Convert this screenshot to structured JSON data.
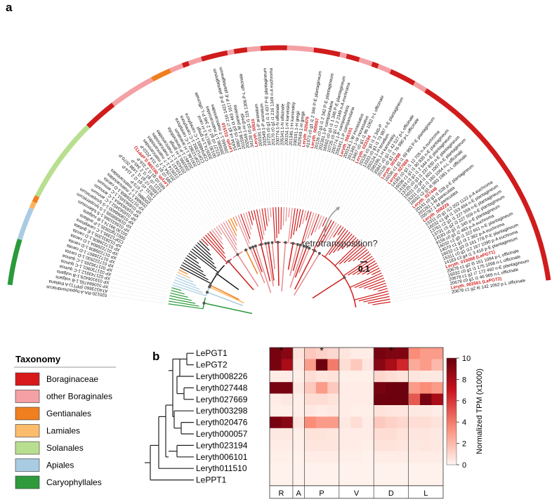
{
  "panel_a": {
    "letter": "a",
    "annotation": "retrotransposition?",
    "scale_bar": "0.1",
    "tips": [
      {
        "t": "020120-RA-A hypochondriacus",
        "c": "#2a9a3a"
      },
      {
        "t": "AT4G23660 (PPT1)-A thaliana",
        "c": "#2a9a3a"
      },
      {
        "t": "XP 010684755.1-B vulgaris",
        "c": "#2a9a3a"
      },
      {
        "t": "XP 019106429.1-B vulgaris",
        "c": "#2a9a3a"
      },
      {
        "t": "XP 021743912.1-C quinoa",
        "c": "#2a9a3a"
      },
      {
        "t": "XP 021730901.1-C quinoa",
        "c": "#2a9a3a"
      },
      {
        "t": "XP 021736265.1-C quinoa",
        "c": "#2a9a3a"
      },
      {
        "t": "XP 017222930.1-D carota",
        "c": "#a9cce3"
      },
      {
        "t": "XP 017226807.1-D carota",
        "c": "#a9cce3"
      },
      {
        "t": "XP 017226808.1-D carota",
        "c": "#a9cce3"
      },
      {
        "t": "XP 017226804.1-D carota",
        "c": "#a9cce3"
      },
      {
        "t": "XP 017226806.1-D carota",
        "c": "#a9cce3"
      },
      {
        "t": "XP 012831205.1-E guttata",
        "c": "#fbb45c"
      },
      {
        "t": "CDP12395.1-C canephora",
        "c": "#f07f1f"
      },
      {
        "t": "00017g02835.1-P axillaris",
        "c": "#b8df8f"
      },
      {
        "t": "00130 99174.1-B vulgaris",
        "c": "#b8df8f"
      },
      {
        "t": "XP 015631066.1-S tuberosum",
        "c": "#b8df8f"
      },
      {
        "t": "XP 019068599.1-S lycopersicum",
        "c": "#b8df8f"
      },
      {
        "t": "XP 019068600.1-S lycopersicum",
        "c": "#b8df8f"
      },
      {
        "t": "XP 016563452.1-C annuum",
        "c": "#b8df8f"
      },
      {
        "t": "XP 016563454.1-C annuum",
        "c": "#b8df8f"
      },
      {
        "t": "XP 016563451.1-C annuum",
        "c": "#b8df8f"
      },
      {
        "t": "XP 017226808.1-D carota",
        "c": "#b8df8f"
      },
      {
        "t": "200688.1-T matricarioides",
        "c": "#b8df8f"
      },
      {
        "t": "200886.1-T matricarioides",
        "c": "#b8df8f"
      },
      {
        "t": "201 ... 2 673-P",
        "c": "#b8df8f"
      },
      {
        "t": "13631 c0 g1 i2 2 114-P",
        "c": "#b8df8f"
      },
      {
        "t": "16503 c2 g1 i1 1498 2070-P",
        "c": "#d01c1c"
      },
      {
        "t": "5121 c0 g1 i1 2 345-P",
        "c": "#d01c1c"
      },
      {
        "t": "660 c0 g1 i1 2 316-P",
        "c": "#d01c1c"
      },
      {
        "t": "Leryth_001596 (LePPT1)",
        "c": "#d01c1c",
        "red": true
      },
      {
        "t": "385 c0 g1 i1 314 2010-P",
        "c": "#d01c1c"
      },
      {
        "t": "201254.1-T matricarioides",
        "c": "#f4a5a5"
      },
      {
        "t": "210574.1-T matricarioides",
        "c": "#f4a5a5"
      },
      {
        "t": "210437.1-T matricarioides",
        "c": "#f4a5a5"
      },
      {
        "t": "203429.1-T matricarioides",
        "c": "#f4a5a5"
      },
      {
        "t": "200396.1-H gregii",
        "c": "#f4a5a5"
      },
      {
        "t": "202467.1-P tanacetifolia",
        "c": "#f4a5a5"
      },
      {
        "t": "200146.1-H aranatum",
        "c": "#f4a5a5"
      },
      {
        "t": "CDP12382.1-C canephora",
        "c": "#f07f1f"
      },
      {
        "t": "CDP12392.1-C canephora",
        "c": "#f07f1f"
      },
      {
        "t": "CDP04883.1-C canephora",
        "c": "#f07f1f"
      },
      {
        "t": "200574.1-H gregii",
        "c": "#f4a5a5"
      },
      {
        "t": "00130 99174.1-H carol",
        "c": "#f4a5a5"
      },
      {
        "t": "52127 c0 g1 i1 2 346 P-L officinale",
        "c": "#d01c1c"
      },
      {
        "t": "200586.1-T matricarioides",
        "c": "#f4a5a5"
      },
      {
        "t": "206566.1-T matricarioides",
        "c": "#f4a5a5"
      },
      {
        "t": "Leryth_011510",
        "c": "#d01c1c",
        "red": true
      },
      {
        "t": "15434 c4 g1 i7 216 1421 P-E plantagineum",
        "c": "#d01c1c"
      },
      {
        "t": "13867 c6 g3 i3 463 1617 P-E plantagineum",
        "c": "#d01c1c"
      },
      {
        "t": "201599.1-M paniculata",
        "c": "#d01c1c"
      },
      {
        "t": "202549.1-H gregii",
        "c": "#f4a5a5"
      },
      {
        "t": "34128 c0 g1 i1 115 1306 P-L officinale",
        "c": "#d01c1c"
      },
      {
        "t": "Leryth_00610",
        "c": "#d01c1c",
        "red": true
      },
      {
        "t": "200191.1-P aranatum",
        "c": "#f4a5a5"
      },
      {
        "t": "202549.1-P aranatum",
        "c": "#f4a5a5"
      },
      {
        "t": "10725 c0 g1 i1 3 437 P-E plantagineum",
        "c": "#d01c1c"
      },
      {
        "t": "20170 c0 g1 i1 216 1349 n-A euchroma",
        "c": "#d01c1c"
      },
      {
        "t": "200774.1-N officinale",
        "c": "#d01c1c"
      },
      {
        "t": "205341.1-N officinale",
        "c": "#d01c1c"
      },
      {
        "t": "200154.1-H karvinskiy",
        "c": "#f4a5a5"
      },
      {
        "t": "201345.1-H karvinskiy",
        "c": "#f4a5a5"
      },
      {
        "t": "200191.1-H gregii",
        "c": "#f4a5a5"
      },
      {
        "t": "202549.1-H gregii",
        "c": "#f4a5a5"
      },
      {
        "t": "Leryth_020476",
        "c": "#d01c1c",
        "red": true
      },
      {
        "t": "41373 c0 g1 i1 2 346 P-E plantagineum",
        "c": "#d01c1c"
      },
      {
        "t": "Leryth_000057",
        "c": "#d01c1c",
        "red": true
      },
      {
        "t": "20126 c0 g1 i1 2 342 P-E plantagineum",
        "c": "#d01c1c"
      },
      {
        "t": "202361.1-P campanularia",
        "c": "#f4a5a5"
      },
      {
        "t": "16502 c0 g1 i1 1 346 P-E plantagineum",
        "c": "#d01c1c"
      },
      {
        "t": "10725 c0 g1 i1 2 2349 n-A euchroma",
        "c": "#d01c1c"
      },
      {
        "t": "200774.1-P campanularia",
        "c": "#f4a5a5"
      },
      {
        "t": "205341.1-P campanularia",
        "c": "#f4a5a5"
      },
      {
        "t": "Leryth_006101",
        "c": "#d01c1c",
        "red": true
      },
      {
        "t": "200154.1-W incrassatus",
        "c": "#f4a5a5"
      },
      {
        "t": "201345.1-W incrassatus",
        "c": "#f4a5a5"
      },
      {
        "t": "13467 c0 g1 i1 96 1062 n-L officinale",
        "c": "#d01c1c"
      },
      {
        "t": "Leryth_023194",
        "c": "#d01c1c",
        "red": true
      },
      {
        "t": "20126 c0 g1 i1 2 345-P",
        "c": "#d01c1c"
      },
      {
        "t": "13333 c0 g1 i1 73 987 n-E plantagineum",
        "c": "#d01c1c"
      },
      {
        "t": "200124.1-H tenellum",
        "c": "#f4a5a5"
      },
      {
        "t": "200196.1-H karvinskiy",
        "c": "#f4a5a5"
      },
      {
        "t": "35847 c0 g1 i1 42 527 p-L officinale",
        "c": "#d01c1c"
      },
      {
        "t": "20126 c0 g1 i1 76 990 p-L officinale",
        "c": "#d01c1c"
      },
      {
        "t": "Leryth_003298",
        "c": "#d01c1c",
        "red": true
      },
      {
        "t": "16036 c1 g1 i1 69 992 P-E plantagineum",
        "c": "#d01c1c"
      },
      {
        "t": "Leryth_027669",
        "c": "#d01c1c",
        "red": true
      },
      {
        "t": "14183 c0 g1 i1 12 705 n-A euchroma",
        "c": "#d01c1c"
      },
      {
        "t": "16036 c1 g1 i1 90 935 n-E plantagineum",
        "c": "#d01c1c"
      },
      {
        "t": "14183 c3 g1 i1 2 544 n-E plantagineum",
        "c": "#d01c1c"
      },
      {
        "t": "13725 c0 g1 i1 237 830 n-E plantagineum",
        "c": "#d01c1c"
      },
      {
        "t": "15031 c0 g4 i1 601 1007 n-E plantagineum",
        "c": "#d01c1c"
      },
      {
        "t": "15311 c0 g1 i1 160 1064 n-L officinale",
        "c": "#d01c1c"
      },
      {
        "t": "16032 c2 g1 i6 983 1981 n-L officinale",
        "c": "#d01c1c"
      },
      {
        "t": "Leryth_027448",
        "c": "#d01c1c",
        "red": true
      },
      {
        "t": "20141 c0 g1 i1 528 p-E plantagineum",
        "c": "#d01c1c"
      },
      {
        "t": "201281.1-M paniculata",
        "c": "#d01c1c"
      },
      {
        "t": "200787.1-M paniculata",
        "c": "#d01c1c"
      },
      {
        "t": "Leryth_008226",
        "c": "#d01c1c",
        "red": true
      },
      {
        "t": "15311 c0 g1 i12 202 1122 p-A euchroma",
        "c": "#d01c1c"
      },
      {
        "t": "16032 c1 g4 i1 153 494 n-E plantagineum",
        "c": "#d01c1c"
      },
      {
        "t": "13761 c2 g1 i1 227 559 n-E plantagineum",
        "c": "#d01c1c"
      },
      {
        "t": "13731 c5 g2 i3 227 559 n-E plantagineum",
        "c": "#d01c1c"
      },
      {
        "t": "14183 c0 g1 i1 345 p-E plantagineum",
        "c": "#d01c1c"
      },
      {
        "t": "9156 c0 g1 i2 483 p-A euchroma",
        "c": "#d01c1c"
      },
      {
        "t": "16032 c1 g5 i1 322 651 n-E plantagineum",
        "c": "#d01c1c"
      },
      {
        "t": "14070 c1 g1 i3 2 382 p-A euchroma",
        "c": "#d01c1c"
      },
      {
        "t": "16032 c1 g3 i3 161 778 P-E plantagineum",
        "c": "#d01c1c"
      },
      {
        "t": "15311 c0 g1 i12 167 1090 p-A euchroma",
        "c": "#d01c1c"
      },
      {
        "t": "14183 c3 g4 i1 3 410 p-E plantagineum",
        "c": "#d01c1c"
      },
      {
        "t": "Leryth_015068 (LePGT1)",
        "c": "#d01c1c",
        "red": true
      },
      {
        "t": "20678 c1 g2 i5 161 1084 p-L officinale",
        "c": "#d01c1c"
      },
      {
        "t": "16032 c0 g1 i1 175 1098 n-L officinale",
        "c": "#d01c1c"
      },
      {
        "t": "20678 c1 g1 i7 172 492 n-E plantagineum",
        "c": "#d01c1c"
      },
      {
        "t": "20678 c0 g1 i1 46 969 n-L officinale",
        "c": "#d01c1c"
      },
      {
        "t": "Leryth_002561 (LePGT2)",
        "c": "#d01c1c",
        "red": true
      },
      {
        "t": "20678 c1 g2 i6 142 1062 p-L officinale",
        "c": "#d01c1c"
      }
    ]
  },
  "legend": {
    "title": "Taxonomy",
    "items": [
      {
        "label": "Boraginaceae",
        "color": "#d7191c"
      },
      {
        "label": "other Boraginales",
        "color": "#f4a0a4"
      },
      {
        "label": "Gentianales",
        "color": "#f07f1f"
      },
      {
        "label": "Lamiales",
        "color": "#fcbc6c"
      },
      {
        "label": "Solanales",
        "color": "#b8df8f"
      },
      {
        "label": "Apiales",
        "color": "#a9cce3"
      },
      {
        "label": "Caryophyllales",
        "color": "#2e9a3c"
      }
    ]
  },
  "panel_b": {
    "letter": "b",
    "genes": [
      "LePGT1",
      "LePGT2",
      "Leryth008226",
      "Leryth027448",
      "Leryth027669",
      "Leryth003298",
      "Leryth020476",
      "Leryth000057",
      "Leryth023194",
      "Leryth006101",
      "Leryth011510",
      "LePPT1"
    ],
    "tissues": [
      "R",
      "A",
      "P",
      "V",
      "D",
      "L"
    ],
    "tissue_cols": [
      2,
      1,
      3,
      3,
      3,
      3
    ],
    "stars": [
      "*",
      "*",
      "*"
    ],
    "colorbar_label": "Normalized TPM (x1000)",
    "colorbar_ticks": [
      "10",
      "8",
      "6",
      "4",
      "2",
      "0"
    ],
    "chart_data": {
      "type": "heatmap",
      "vmin": 0,
      "vmax": 10,
      "rows": [
        "LePGT1",
        "LePGT2",
        "Leryth008226",
        "Leryth027448",
        "Leryth027669",
        "Leryth003298",
        "Leryth020476",
        "Leryth000057",
        "Leryth023194",
        "Leryth006101",
        "Leryth011510",
        "LePPT1"
      ],
      "column_groups": [
        "R",
        "A",
        "P",
        "V",
        "D",
        "L"
      ],
      "values": [
        [
          9.5,
          9.0,
          0.6,
          1.5,
          1.2,
          1.0,
          0.5,
          0.3,
          0.3,
          9.5,
          9.3,
          9.3,
          3.5,
          3.0,
          3.0
        ],
        [
          9.5,
          8.0,
          0.4,
          3.0,
          9.8,
          4.0,
          0.8,
          1.5,
          0.5,
          9.0,
          8.0,
          6.5,
          2.5,
          3.0,
          2.0
        ],
        [
          0.3,
          0.3,
          0.2,
          0.8,
          0.5,
          0.6,
          0.2,
          0.2,
          0.2,
          1.0,
          0.8,
          0.6,
          0.5,
          0.4,
          0.4
        ],
        [
          9.5,
          9.5,
          0.4,
          1.5,
          3.0,
          1.5,
          0.3,
          0.3,
          0.3,
          9.5,
          9.8,
          9.8,
          3.0,
          3.5,
          3.0
        ],
        [
          0.3,
          0.4,
          0.2,
          0.8,
          0.8,
          0.6,
          0.3,
          0.3,
          0.3,
          9.8,
          9.8,
          9.8,
          5.0,
          9.5,
          8.0
        ],
        [
          0.2,
          0.2,
          0.2,
          0.4,
          0.3,
          0.4,
          0.3,
          0.2,
          0.2,
          0.6,
          0.5,
          0.5,
          0.4,
          0.4,
          0.3
        ],
        [
          9.5,
          9.0,
          0.5,
          3.5,
          3.0,
          3.0,
          0.4,
          0.8,
          0.3,
          1.5,
          1.2,
          1.0,
          0.8,
          0.8,
          0.6
        ],
        [
          0.4,
          0.4,
          0.2,
          0.6,
          0.6,
          0.5,
          0.3,
          0.3,
          0.3,
          0.8,
          0.8,
          0.6,
          0.5,
          0.5,
          0.4
        ],
        [
          0.3,
          0.3,
          0.2,
          0.5,
          0.5,
          0.5,
          0.3,
          0.3,
          0.2,
          0.6,
          0.6,
          0.5,
          0.4,
          0.5,
          0.4
        ],
        [
          0.2,
          0.2,
          0.1,
          0.3,
          0.3,
          0.3,
          0.2,
          0.2,
          0.1,
          0.3,
          0.3,
          0.3,
          0.3,
          0.3,
          0.3
        ],
        [
          0.1,
          0.1,
          0.1,
          0.1,
          0.1,
          0.1,
          0.1,
          0.1,
          0.1,
          0.1,
          0.1,
          0.1,
          0.1,
          0.1,
          0.1
        ],
        [
          0.1,
          0.1,
          0.1,
          0.1,
          0.1,
          0.1,
          0.1,
          0.1,
          0.1,
          0.1,
          0.1,
          0.1,
          0.1,
          0.1,
          0.1
        ]
      ]
    }
  }
}
